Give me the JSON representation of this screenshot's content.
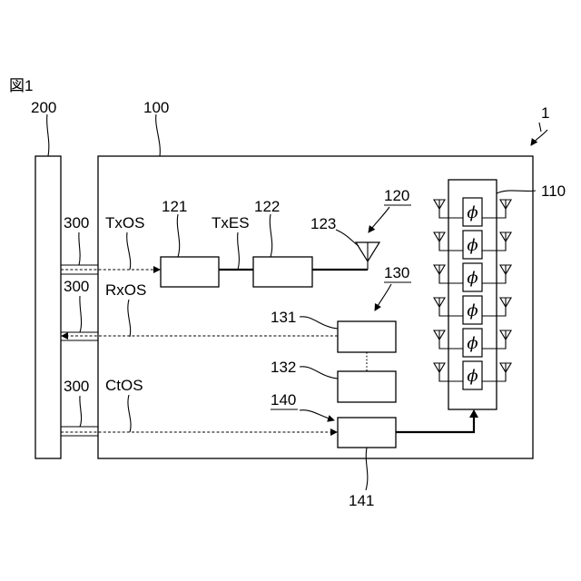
{
  "figure_label": "図1",
  "labels": {
    "ref_200": "200",
    "ref_100": "100",
    "ref_1": "1",
    "ref_110": "110",
    "ref_120": "120",
    "ref_121": "121",
    "ref_122": "122",
    "ref_123": "123",
    "ref_130": "130",
    "ref_131": "131",
    "ref_132": "132",
    "ref_140": "140",
    "ref_141": "141",
    "ref_300_a": "300",
    "ref_300_b": "300",
    "ref_300_c": "300",
    "txos": "TxOS",
    "txes": "TxES",
    "rxos": "RxOS",
    "ctos": "CtOS"
  },
  "phase_shifter_symbol": "ϕ",
  "phase_shifter_count": 6
}
